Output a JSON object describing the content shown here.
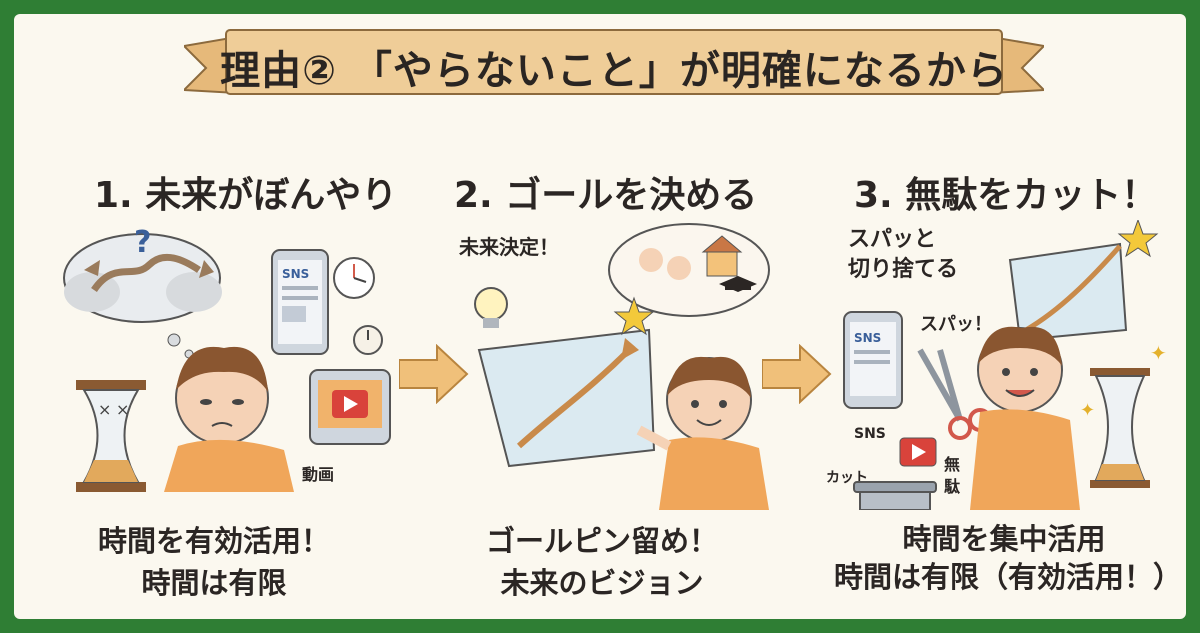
{
  "banner": {
    "title": "理由② 「やらないこと」が明確になるから"
  },
  "columns": [
    {
      "title": "1. 未来がぼんやり",
      "labels": {
        "sns": "SNS",
        "video": "動画"
      },
      "caption_lines": [
        "時間を有効活用！",
        "時間は有限"
      ]
    },
    {
      "title": "2. ゴールを決める",
      "labels": {
        "decision": "未来決定！"
      },
      "caption_lines": [
        "ゴールピン留め！",
        "未来のビジョン"
      ]
    },
    {
      "title": "3. 無駄をカット！",
      "labels": {
        "cut_away_1": "スパッと",
        "cut_away_2": "切り捨てる",
        "sns": "SNS",
        "spa": "スパッ！",
        "sns_small": "SNS",
        "cut": "カット",
        "waste_1": "無",
        "waste_2": "駄"
      },
      "caption_lines": [
        "時間を集中活用",
        "時間は有限（有効活用！）"
      ]
    }
  ],
  "colors": {
    "frame": "#2f7e34",
    "paper": "#fbf8ef",
    "ribbon": "#efcd98",
    "arrow": "#f0c07a",
    "accent_orange": "#e79a4a"
  }
}
